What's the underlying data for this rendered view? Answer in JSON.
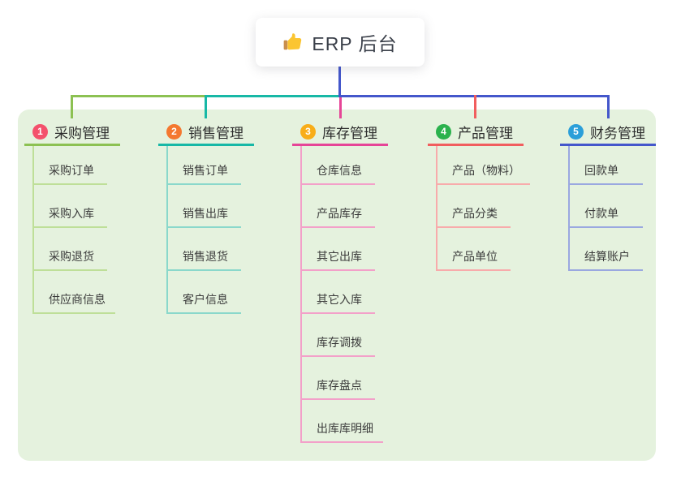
{
  "root": {
    "title": "ERP 后台",
    "icon": "thumbs-up",
    "icon_colors": {
      "hand": "#fbc531",
      "cuff": "#c98f4e"
    },
    "connector_color": "#4457cb"
  },
  "panel": {
    "background": "#e5f2de"
  },
  "branches": [
    {
      "badge": "1",
      "label": "采购管理",
      "badge_color": "#f4516c",
      "line_color": "#8cc152",
      "child_line_color": "#bedf98",
      "children": [
        "采购订单",
        "采购入库",
        "采购退货",
        "供应商信息"
      ]
    },
    {
      "badge": "2",
      "label": "销售管理",
      "badge_color": "#f4782f",
      "line_color": "#17b8a6",
      "child_line_color": "#8ad8cb",
      "children": [
        "销售订单",
        "销售出库",
        "销售退货",
        "客户信息"
      ]
    },
    {
      "badge": "3",
      "label": "库存管理",
      "badge_color": "#f8ad18",
      "line_color": "#e64597",
      "child_line_color": "#f3a0c9",
      "children": [
        "仓库信息",
        "产品库存",
        "其它出库",
        "其它入库",
        "库存调拨",
        "库存盘点",
        "出库库明细"
      ]
    },
    {
      "badge": "4",
      "label": "产品管理",
      "badge_color": "#2bb24d",
      "line_color": "#f15e5e",
      "child_line_color": "#f8abab",
      "children": [
        "产品（物料）",
        "产品分类",
        "产品单位"
      ]
    },
    {
      "badge": "5",
      "label": "财务管理",
      "badge_color": "#2b9fd9",
      "line_color": "#4457cb",
      "child_line_color": "#9aa8e0",
      "children": [
        "回款单",
        "付款单",
        "结算账户"
      ]
    }
  ]
}
